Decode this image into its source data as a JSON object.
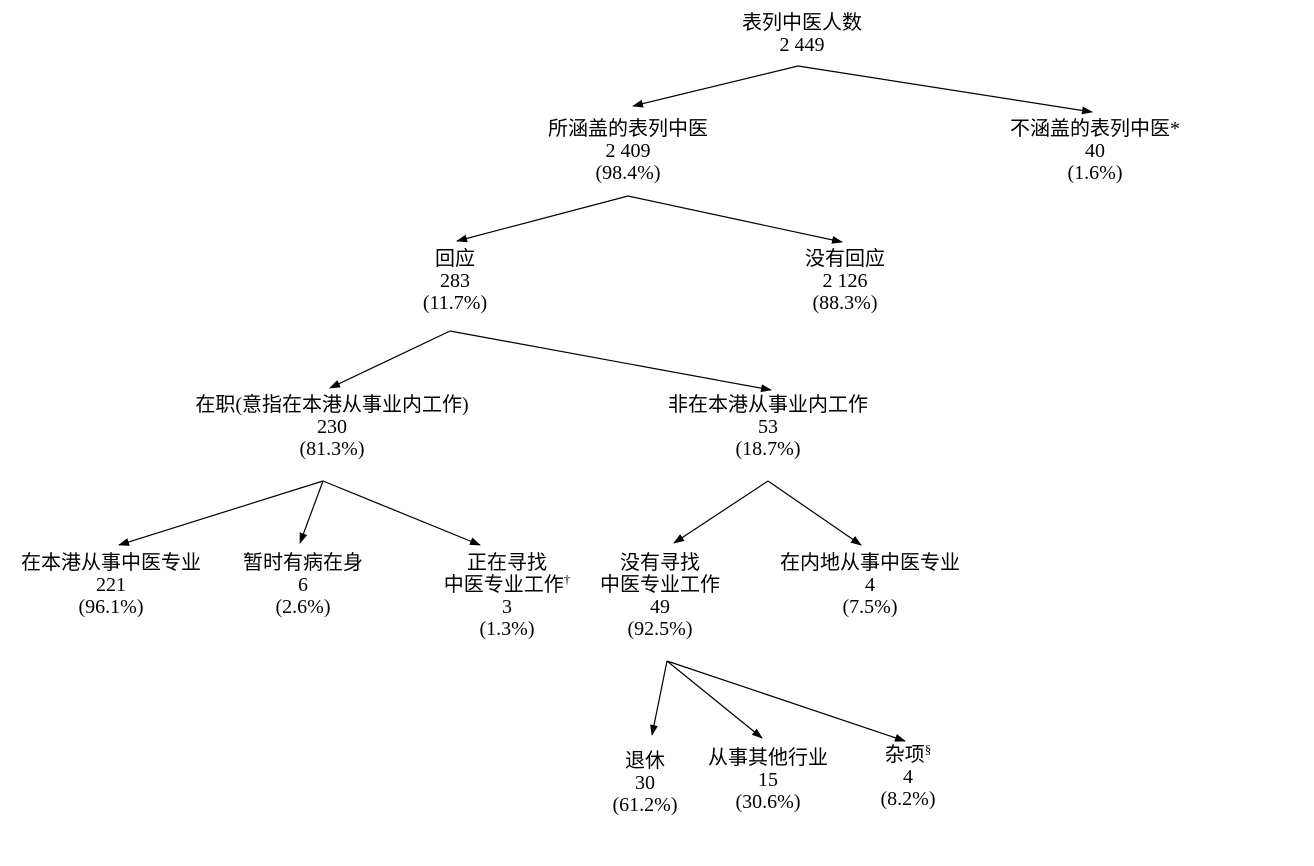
{
  "diagram": {
    "title_hint": "表列中医人数流程图",
    "colors": {
      "background": "#ffffff",
      "text": "#000000",
      "line": "#000000"
    },
    "nodes": {
      "root": {
        "label": "表列中医人数",
        "value": "2 449"
      },
      "covered": {
        "label": "所涵盖的表列中医",
        "value": "2 409",
        "pct": "(98.4%)"
      },
      "not_covered": {
        "label": "不涵盖的表列中医*",
        "value": "40",
        "pct": "(1.6%)"
      },
      "responded": {
        "label": "回应",
        "value": "283",
        "pct": "(11.7%)"
      },
      "no_response": {
        "label": "没有回应",
        "value": "2 126",
        "pct": "(88.3%)"
      },
      "working": {
        "label": "在职(意指在本港从事业内工作)",
        "value": "230",
        "pct": "(81.3%)"
      },
      "not_working_hk": {
        "label": "非在本港从事业内工作",
        "value": "53",
        "pct": "(18.7%)"
      },
      "practising_hk": {
        "label": "在本港从事中医专业",
        "value": "221",
        "pct": "(96.1%)"
      },
      "temp_sick": {
        "label": "暂时有病在身",
        "value": "6",
        "pct": "(2.6%)"
      },
      "seeking_work": {
        "label_line1": "正在寻找",
        "label_line2": "中医专业工作",
        "label_sup": "†",
        "value": "3",
        "pct": "(1.3%)"
      },
      "not_seeking_work": {
        "label_line1": "没有寻找",
        "label_line2": "中医专业工作",
        "value": "49",
        "pct": "(92.5%)"
      },
      "mainland_practice": {
        "label": "在内地从事中医专业",
        "value": "4",
        "pct": "(7.5%)"
      },
      "retired": {
        "label": "退休",
        "value": "30",
        "pct": "(61.2%)"
      },
      "other_industry": {
        "label": "从事其他行业",
        "value": "15",
        "pct": "(30.6%)"
      },
      "miscellaneous": {
        "label": "杂项",
        "label_sup": "§",
        "value": "4",
        "pct": "(8.2%)"
      }
    }
  }
}
